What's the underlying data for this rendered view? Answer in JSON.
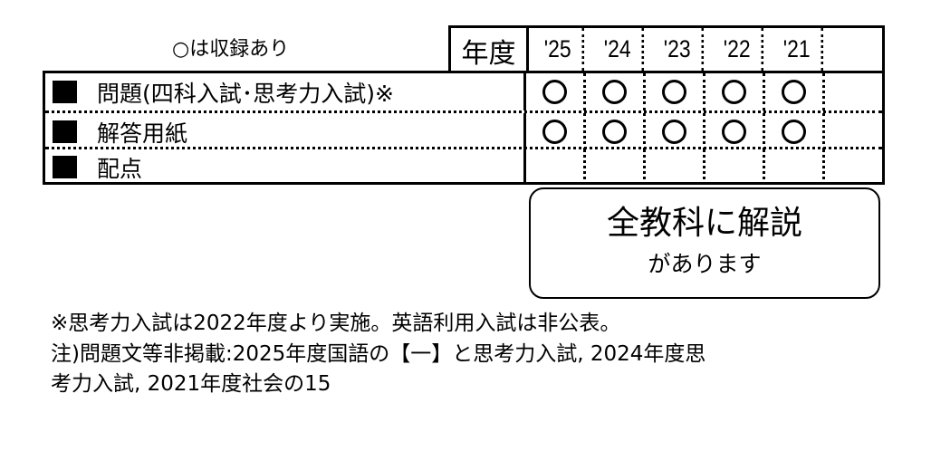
{
  "legend": {
    "marker": "○",
    "text": "は収録あり"
  },
  "header": {
    "year_label": "年度",
    "years": [
      "'25",
      "'24",
      "'23",
      "'22",
      "'21"
    ]
  },
  "table": {
    "rows": [
      {
        "label": "問題(四科入試･思考力入試)※",
        "values": [
          "○",
          "○",
          "○",
          "○",
          "○"
        ]
      },
      {
        "label": "解答用紙",
        "values": [
          "○",
          "○",
          "○",
          "○",
          "○"
        ]
      },
      {
        "label": "配点",
        "values": [
          "",
          "",
          "",
          "",
          ""
        ]
      }
    ]
  },
  "note_box": {
    "line1": "全教科に解説",
    "line2": "があります"
  },
  "footnotes": {
    "line1": "※思考力入試は2022年度より実施。英語利用入試は非公表。",
    "line2": "注)問題文等非掲載:2025年度国語の【一】と思考力入試, 2024年度思",
    "line3": "考力入試, 2021年度社会の15"
  }
}
